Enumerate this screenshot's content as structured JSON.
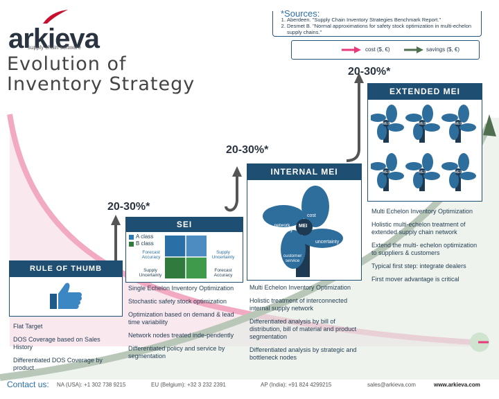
{
  "brand": {
    "logo_text": "arkieva",
    "tagline": "supply chain software"
  },
  "title": {
    "line1": "Evolution of",
    "line2": "Inventory Strategy"
  },
  "sources": {
    "heading": "*Sources:",
    "items": [
      "Aberdeen. \"Supply Chain Inventory Strategies Benchmark Report.\"",
      "Desmet B. \"Normal approximations for safety stock optimization in multi-echelon supply chains.\""
    ]
  },
  "legend": {
    "cost_label": "cost ($, €)",
    "savings_label": "savings ($, €)",
    "cost_color": "#e8397a",
    "savings_color": "#4f6f4f"
  },
  "stages": {
    "rule_of_thumb": {
      "title": "RULE OF THUMB",
      "bullets": [
        "Flat Target",
        "DOS Coverage based on Sales History",
        "Differentiated DOS Coverage by product"
      ]
    },
    "sei": {
      "title": "SEI",
      "improvement": "20-30%*",
      "legend_a": "A class",
      "legend_b": "B class",
      "q_forecast_accuracy_tl": "Forecast Accuracy",
      "q_supply_uncertainty_tr": "Supply Uncertainty",
      "q_supply_uncertainty_bl": "Supply Uncertainty",
      "q_forecast_accuracy_br": "Forecast Accuracy",
      "bullets": [
        "Single Echelon Inventory Optimization",
        "Stochastic safety stock optimization",
        "Optimization based on demand & lead time variability",
        "Network nodes treated inde-pendently",
        "Differentiated policy and service by segmentation"
      ]
    },
    "internal_mei": {
      "title": "INTERNAL MEI",
      "improvement": "20-30%*",
      "fan_center": "MEI",
      "fan_cost": "cost",
      "fan_network": "network complexity",
      "fan_uncertainty": "uncertainty",
      "fan_service": "customer service",
      "bullets": [
        "Multi Echelon Inventory Optimization",
        "Holistic treatment of interconnected internal supply network",
        "Differentiated analysis by bill of distribution, bill of material and product segmentation",
        "Differentiated analysis by strategic and bottleneck nodes"
      ]
    },
    "extended_mei": {
      "title": "EXTENDED MEI",
      "improvement": "20-30%*",
      "fan_label": "MEI",
      "bullets": [
        "Multi Echelon Inventory Optimization",
        "Holistic multi-echelon treatment of extended supply chain network",
        "Extend the multi- echelon optimization to suppliers & customers",
        "Typical first step: integrate dealers",
        "First mover advantage is critical"
      ]
    }
  },
  "footer": {
    "contact_label": "Contact us:",
    "na": "NA (USA): +1 302 738 9215",
    "eu": "EU (Belgium): +32 3 232 2391",
    "ap": "AP (India): +91 824 4299215",
    "email": "sales@arkieva.com",
    "web": "www.arkieva.com"
  }
}
